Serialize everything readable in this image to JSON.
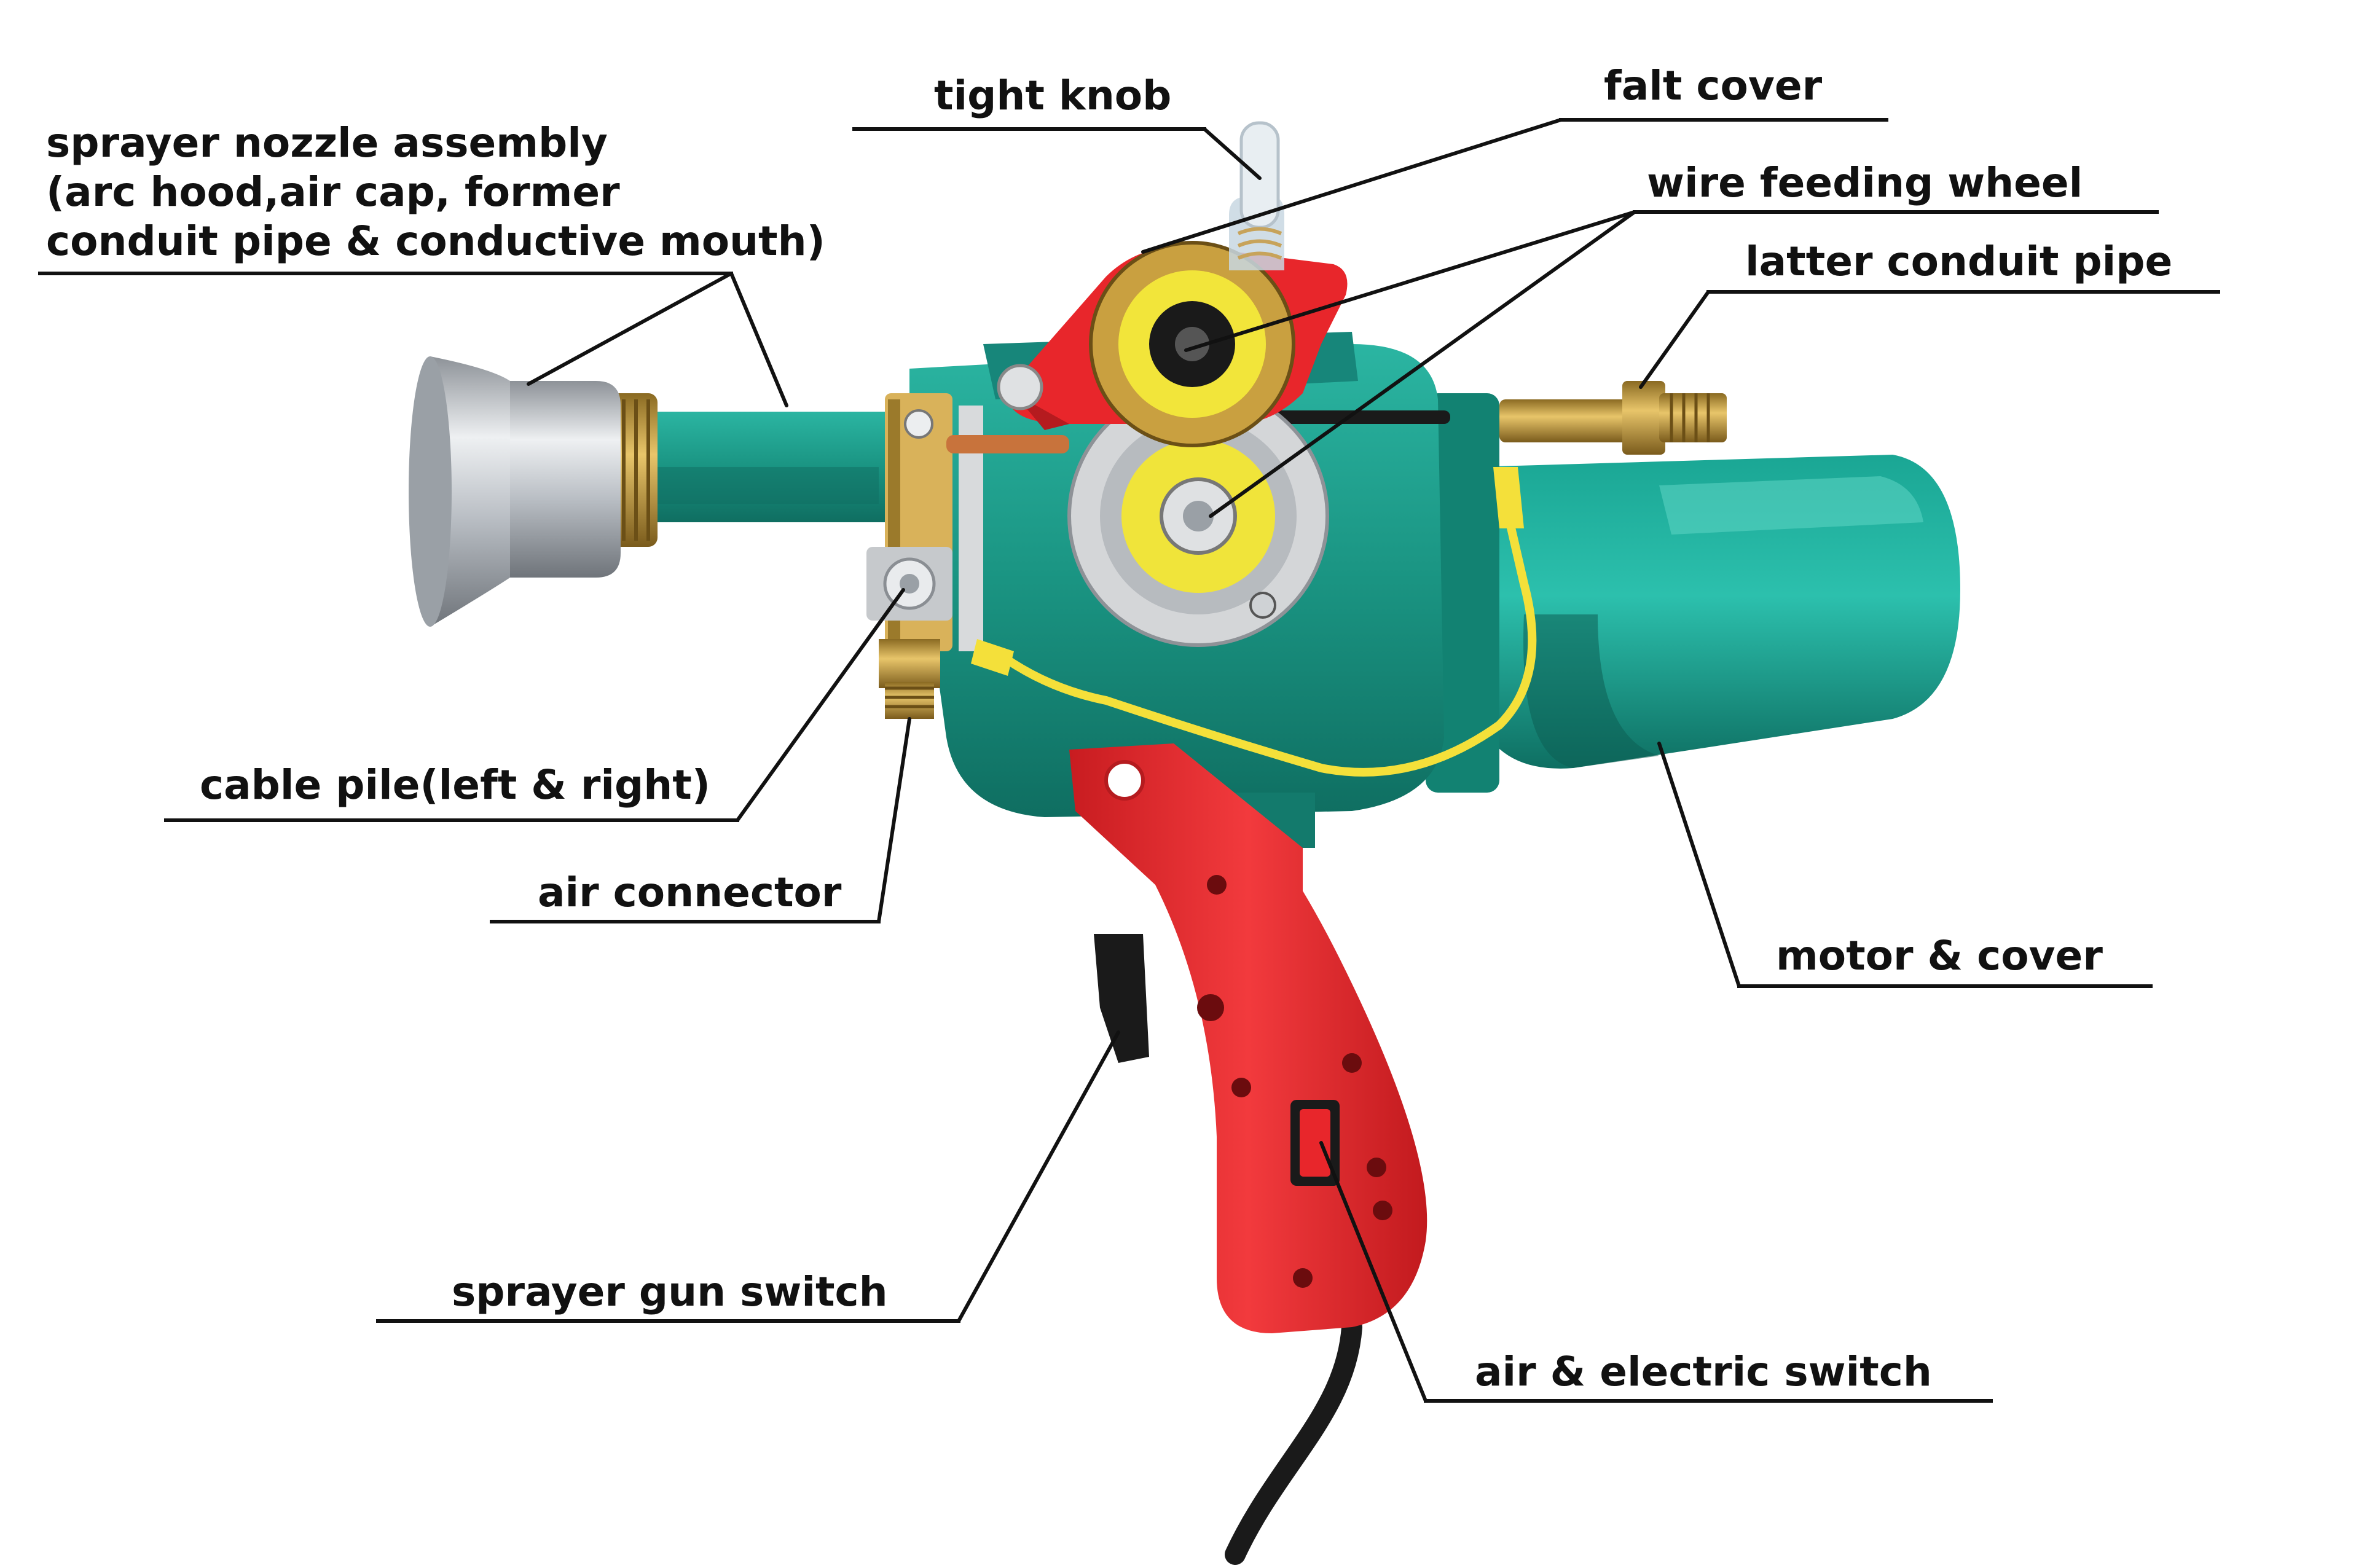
{
  "labels": {
    "tight_knob": "tight knob",
    "falt_cover": "falt cover",
    "nozzle_line1": "sprayer nozzle assembly",
    "nozzle_line2": "(arc hood,air cap, former",
    "nozzle_line3": "conduit pipe & conductive mouth)",
    "wire_feeding_wheel": "wire feeding wheel",
    "latter_conduit_pipe": "latter conduit pipe",
    "cable_pile": "cable pile(left & right)",
    "air_connector": "air connector",
    "motor_cover": "motor & cover",
    "sprayer_gun_switch": "sprayer gun switch",
    "air_electric_switch": "air & electric switch"
  },
  "colors": {
    "body_teal": "#1e9b8a",
    "body_teal_dark": "#137a6c",
    "handle_red": "#e8262b",
    "handle_red_dark": "#b51b1f",
    "wheel_yellow": "#f2e53a",
    "brass": "#c9a040",
    "aluminum": "#c8ccd1",
    "cable_black": "#1a1a1a",
    "wire_yellow": "#f4e03a",
    "copper": "#c8733c"
  }
}
